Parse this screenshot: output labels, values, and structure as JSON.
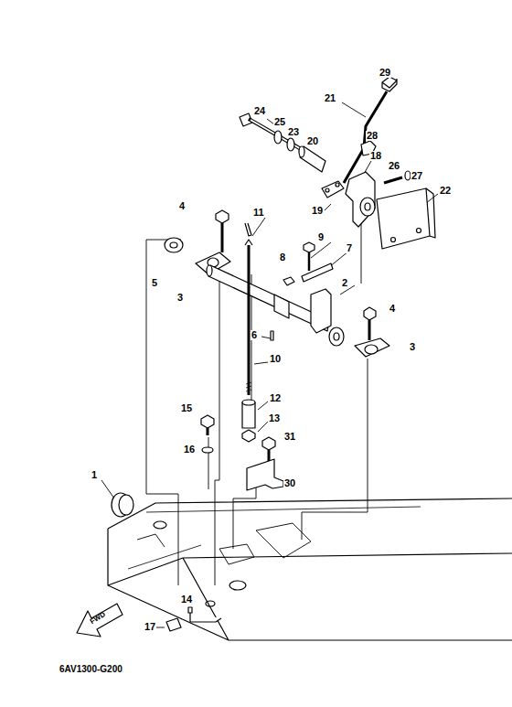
{
  "diagram": {
    "labels": [
      "29",
      "21",
      "24",
      "25",
      "23",
      "20",
      "28",
      "18",
      "26",
      "27",
      "22",
      "19",
      "4",
      "11",
      "9",
      "7",
      "5",
      "3",
      "8",
      "2",
      "4",
      "6",
      "3",
      "10",
      "12",
      "15",
      "13",
      "31",
      "16",
      "30",
      "1",
      "14",
      "17",
      "FWD",
      "6AV1300-G200"
    ]
  }
}
